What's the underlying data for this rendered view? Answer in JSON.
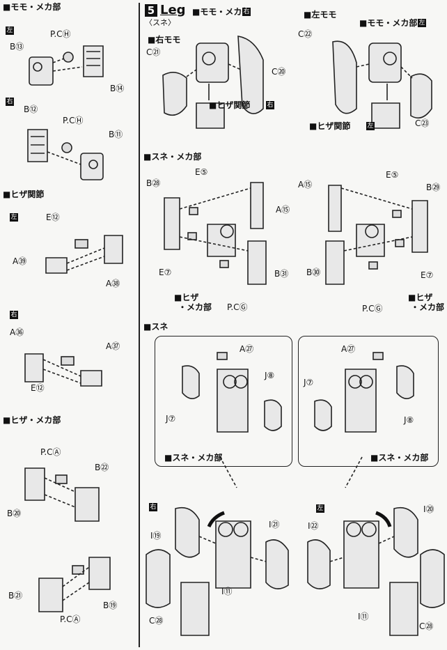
{
  "left_column": {
    "sec_momo": "■モモ・メカ部",
    "side_left_1": "左",
    "side_right_1": "右",
    "sec_hiza": "■ヒザ関節",
    "side_left_2": "左",
    "side_right_2": "右",
    "sec_hiza_meka": "■ヒザ・メカ部",
    "labels": {
      "pc_h_1": "P.CⒽ",
      "b13": "B⑬",
      "b14": "B⑭",
      "b12": "B⑫",
      "pc_h_2": "P.CⒽ",
      "b11": "B⑪",
      "e12_a": "E⑫",
      "a39": "A㊴",
      "a38": "A㊳",
      "a36": "A㊱",
      "a37": "A㊲",
      "e12_b": "E⑫",
      "pc_a_1": "P.CⒶ",
      "b22": "B㉒",
      "b20": "B⑳",
      "b21": "B㉑",
      "b19": "B⑲",
      "pc_a_2": "P.CⒶ"
    }
  },
  "right_column": {
    "step_number": "5",
    "step_title": "Leg",
    "step_subtitle": "〈スネ〉",
    "top": {
      "momo_meka_r": "■モモ・メカ部",
      "right_momo": "■右モモ",
      "left_momo": "■左モモ",
      "momo_meka_l": "■モモ・メカ部",
      "side_r": "右",
      "side_l": "左",
      "c21": "C㉑",
      "c20": "C⑳",
      "c22": "C㉒",
      "c23": "C㉓",
      "hiza_r": "■ヒザ関節",
      "hiza_l": "■ヒザ関節",
      "hiza_r_side": "右",
      "hiza_l_side": "左"
    },
    "sune_meka": {
      "title": "■スネ・メカ部",
      "b28": "B㉘",
      "e5_a": "E⑤",
      "a15_a": "A⑮",
      "e7_a": "E⑦",
      "b31": "B㉛",
      "hiza_meka_a1": "■ヒザ",
      "hiza_meka_a2": "・メカ部",
      "pc_g_a": "P.CⒼ",
      "a15_b": "A⑮",
      "e5_b": "E⑤",
      "b29": "B㉙",
      "b30": "B㉚",
      "e7_b": "E⑦",
      "pc_g_b": "P.CⒼ",
      "hiza_meka_b1": "■ヒザ",
      "hiza_meka_b2": "・メカ部"
    },
    "sune": {
      "title": "■スネ",
      "a27_a": "A㉗",
      "j8_a": "J⑧",
      "j7_a": "J⑦",
      "sune_meka_a": "■スネ・メカ部",
      "a27_b": "A㉗",
      "j7_b": "J⑦",
      "j8_b": "J⑧",
      "sune_meka_b": "■スネ・メカ部",
      "side_r": "右",
      "side_l": "左",
      "i19": "I⑲",
      "i21": "I㉑",
      "i11_a": "I⑪",
      "c28_a": "C㉘",
      "i22": "I㉒",
      "i20": "I⑳",
      "i11_b": "I⑪",
      "c28_b": "C㉘"
    }
  }
}
